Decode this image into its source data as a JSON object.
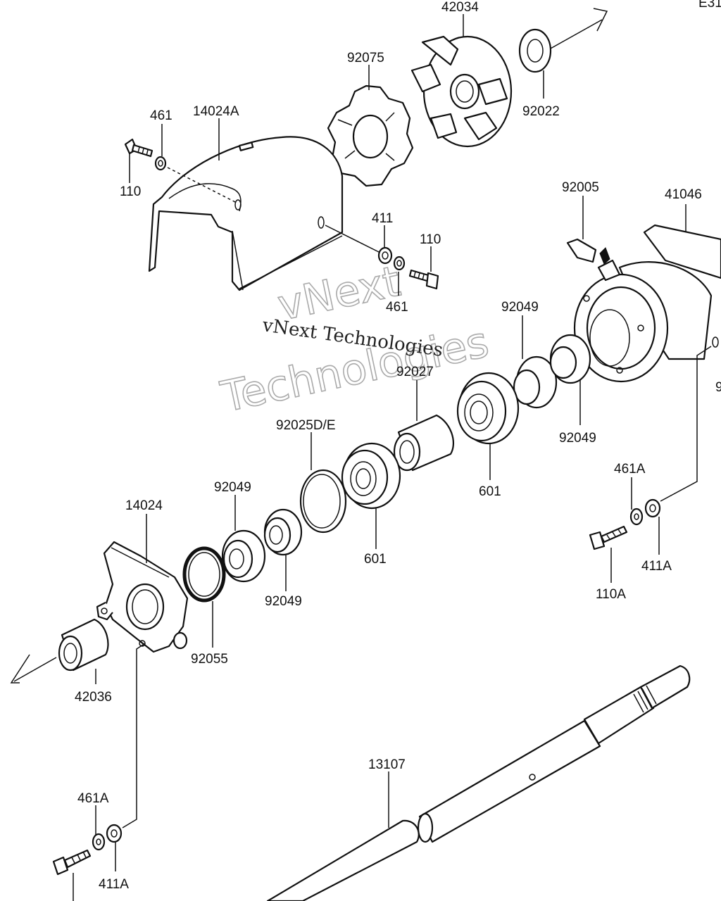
{
  "diagram_code": "E31",
  "watermark": {
    "line_top": "vNext",
    "line_bottom": "Technologies",
    "line_small": "vNext Technologies"
  },
  "parts": {
    "p42034": "42034",
    "p92075": "92075",
    "p92022": "92022",
    "p461_top": "461",
    "p14024A": "14024A",
    "p110_left": "110",
    "p411": "411",
    "p110_right": "110",
    "p461_mid": "461",
    "p92005": "92005",
    "p41046": "41046",
    "p92049_a": "92049",
    "p92027": "92027",
    "p92049_b": "92049",
    "p92025DE": "92025D/E",
    "p601_a": "601",
    "p461A_right": "461A",
    "p92049_c": "92049",
    "p14024": "14024",
    "p601_b": "601",
    "p92049_d": "92049",
    "p411A_right": "411A",
    "p110A": "110A",
    "p92055": "92055",
    "p42036": "42036",
    "p13107": "13107",
    "p461A_left": "461A",
    "p411A_left": "411A",
    "p_cut_right": "9"
  }
}
